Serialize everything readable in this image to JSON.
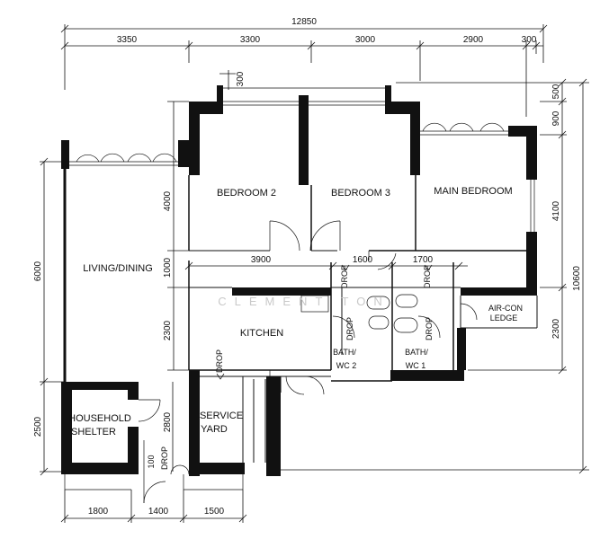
{
  "rooms": {
    "bedroom2": "BEDROOM 2",
    "bedroom3": "BEDROOM 3",
    "main_bedroom": "MAIN BEDROOM",
    "living_dining": "LIVING/DINING",
    "kitchen": "KITCHEN",
    "bath2_l1": "BATH/",
    "bath2_l2": "WC 2",
    "bath1_l1": "BATH/",
    "bath1_l2": "WC 1",
    "aircon_l1": "AIR-CON",
    "aircon_l2": "LEDGE",
    "shelter_l1": "HOUSEHOLD",
    "shelter_l2": "SHELTER",
    "service_l1": "SERVICE",
    "service_l2": "YARD"
  },
  "drop_label": "DROP",
  "drop_small": "100",
  "watermark": "CLEMENT TON",
  "dimensions": {
    "top_total": "12850",
    "top_1": "3350",
    "top_2": "3300",
    "top_3": "3000",
    "top_4": "2900",
    "top_5": "300",
    "bay": "300",
    "right_1": "500",
    "right_2": "900",
    "right_3": "4100",
    "right_4": "2300",
    "right_total": "10600",
    "left_1": "6000",
    "left_2": "2500",
    "inner_1": "4000",
    "inner_2": "1000",
    "inner_3": "2300",
    "inner_4": "2800",
    "mid_1": "3900",
    "mid_2": "1600",
    "mid_3": "1700",
    "bottom_1": "1800",
    "bottom_2": "1400",
    "bottom_3": "1500"
  }
}
